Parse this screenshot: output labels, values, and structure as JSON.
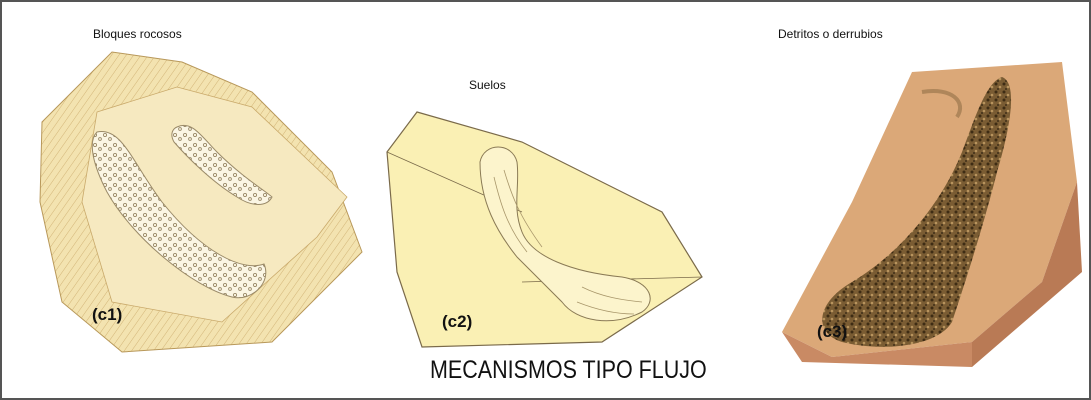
{
  "panels": [
    {
      "id_label": "(c1)",
      "caption": "Bloques rocosos"
    },
    {
      "id_label": "(c2)",
      "caption": "Suelos"
    },
    {
      "id_label": "(c3)",
      "caption": "Detritos o derrubios"
    }
  ],
  "figure_title": "MECANISMOS TIPO FLUJO",
  "colors": {
    "rock_pale": "#f3e3b0",
    "rock_line": "#c9a96a",
    "soil": "#faf0b4",
    "debris_ground": "#dba878",
    "debris_dark": "#5a4322"
  }
}
